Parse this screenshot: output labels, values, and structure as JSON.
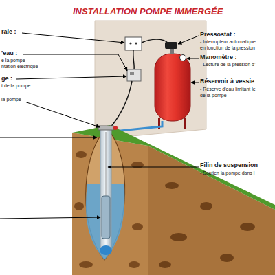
{
  "diagram": {
    "title": "INSTALLATION POMPE IMMERGÉE",
    "labels": [
      "rale :",
      "'eau :",
      "e la pompe",
      "ntation électrique",
      "ge :",
      "t de la pompe",
      "la pompe",
      "Pressostat :",
      "- Interrupteur automatique",
      "en fonction de la pression",
      "Manomètre :",
      "- Lecture de la pression d'",
      "Réservoir à vessie",
      "- Réserve d'eau limitant le",
      "de la pompe",
      "Filin de suspension",
      "- Soutien la pompe dans l"
    ]
  }
}
